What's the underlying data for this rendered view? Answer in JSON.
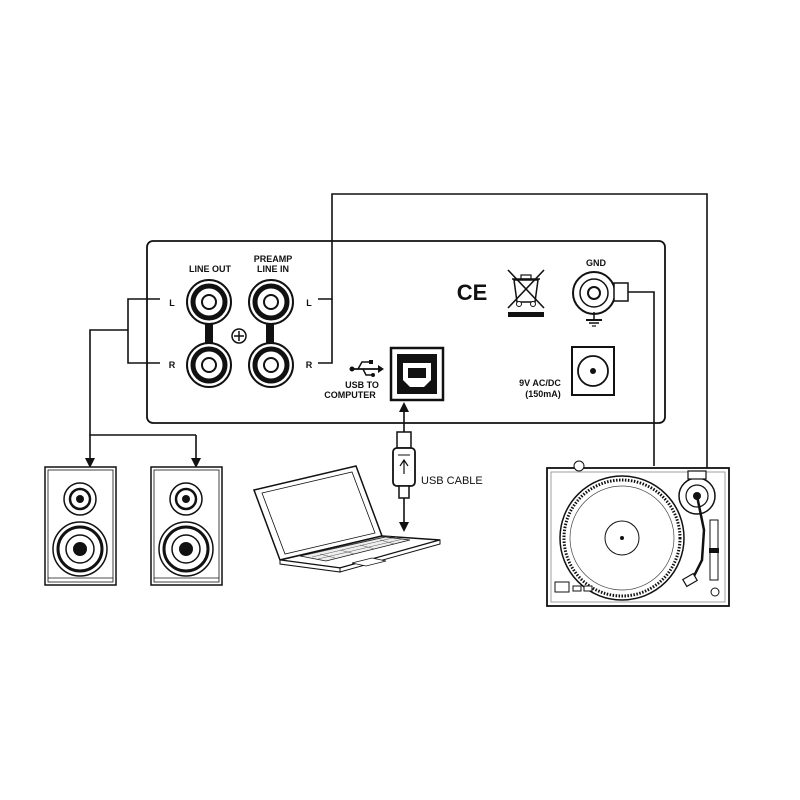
{
  "panel": {
    "line_out": "LINE OUT",
    "preamp_line_1": "PREAMP",
    "preamp_line_2": "LINE IN",
    "left": "L",
    "right": "R",
    "ce_mark": "CE",
    "gnd": "GND",
    "usb_line_1": "USB TO",
    "usb_line_2": "COMPUTER",
    "power_line_1": "9V AC/DC",
    "power_line_2": "(150mA)"
  },
  "usb_cable_label": "USB CABLE"
}
